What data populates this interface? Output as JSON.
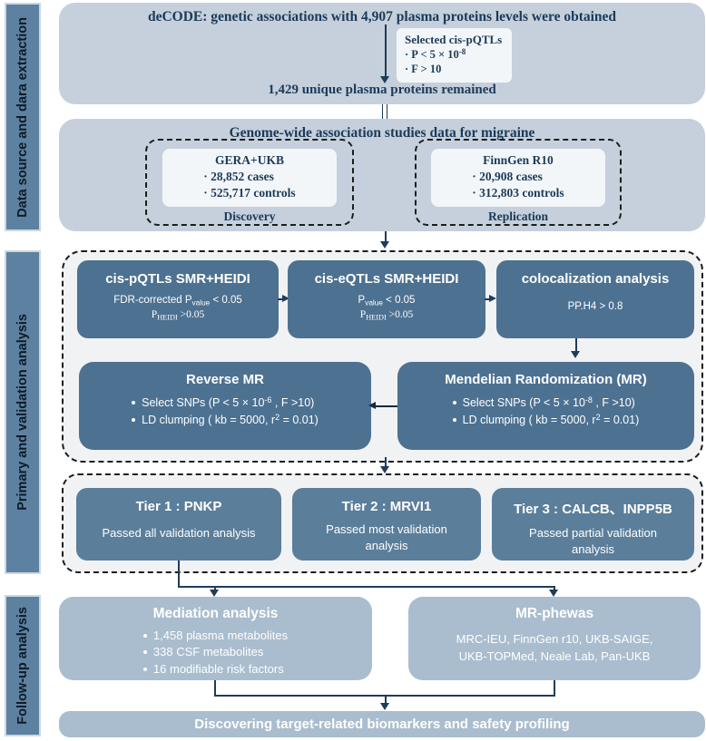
{
  "colors": {
    "panel_light": "#c5d0dc",
    "dark_box": "#4d7191",
    "tier_box": "#5b7e9a",
    "followup_box": "#a9bdce",
    "sidebar": "#5d81a1",
    "navy_text": "#1b3a58",
    "dashed_fill": "#f1f2f4",
    "inner_white": "#f3f6f8",
    "arrow": "#1f3c58"
  },
  "sidebar": {
    "items": [
      {
        "label": "Data source and dara extraction"
      },
      {
        "label": "Primary and validation analysis"
      },
      {
        "label": "Follow-up analysis"
      }
    ]
  },
  "section1": {
    "title": "deCODE: genetic associations with 4,907 plasma proteins levels were obtained",
    "selected_pqtls": {
      "title": "Selected cis-pQTLs",
      "line1_pre": "· P < 5 × 10",
      "line1_sup": "-8",
      "line2": "· F > 10"
    },
    "result": "1,429 unique plasma proteins remained"
  },
  "section2": {
    "title": "Genome-wide association studies data for migraine",
    "discovery": {
      "name": "GERA+UKB",
      "cases": "· 28,852 cases",
      "controls": "· 525,717 controls",
      "label": "Discovery"
    },
    "replication": {
      "name": "FinnGen R10",
      "cases": "· 20,908 cases",
      "controls": "· 312,803 controls",
      "label": "Replication"
    }
  },
  "primary": {
    "smr_pqtl": {
      "title": "cis-pQTLs SMR+HEIDI",
      "l1_pre": "FDR-corrected P",
      "l1_sub": "value",
      "l1_post": " < 0.05",
      "l2_pre": "P",
      "l2_sub": "HEIDI",
      "l2_post": " >0.05"
    },
    "smr_eqtl": {
      "title": "cis-eQTLs SMR+HEIDI",
      "l1_pre": "P",
      "l1_sub": "value",
      "l1_post": " < 0.05",
      "l2_pre": "P",
      "l2_sub": "HEIDI",
      "l2_post": " >0.05"
    },
    "coloc": {
      "title": "colocalization analysis",
      "line": "PP.H4 > 0.8"
    },
    "reverse_mr": {
      "title": "Reverse MR",
      "b1_pre": "Select SNPs (P < 5 × 10",
      "b1_sup": "-6",
      "b1_post": " , F >10)",
      "b2_pre": "LD clumping ( kb = 5000, r",
      "b2_sup": "2",
      "b2_post": " = 0.01)"
    },
    "mr": {
      "title": "Mendelian Randomization (MR)",
      "b1_pre": "Select SNPs (P < 5 × 10",
      "b1_sup": "-8",
      "b1_post": " , F >10)",
      "b2_pre": "LD clumping ( kb = 5000, r",
      "b2_sup": "2",
      "b2_post": " = 0.01)"
    }
  },
  "tiers": {
    "tier1": {
      "title": "Tier 1 : PNKP",
      "body": "Passed all validation analysis"
    },
    "tier2": {
      "title": "Tier 2 : MRVI1",
      "body": "Passed most validation analysis"
    },
    "tier3": {
      "title": "Tier 3 : CALCB、INPP5B",
      "body": "Passed partial validation analysis"
    }
  },
  "followup": {
    "mediation": {
      "title": "Mediation analysis",
      "bullet1": "1,458 plasma metabolites",
      "bullet2": "338 CSF metabolites",
      "bullet3": "16 modifiable risk factors"
    },
    "mr_phewas": {
      "title": "MR-phewas",
      "line1": "MRC-IEU, FinnGen r10, UKB-SAIGE,",
      "line2": "UKB-TOPMed, Neale Lab, Pan-UKB"
    }
  },
  "footer": {
    "title": "Discovering target-related biomarkers and safety profiling"
  }
}
